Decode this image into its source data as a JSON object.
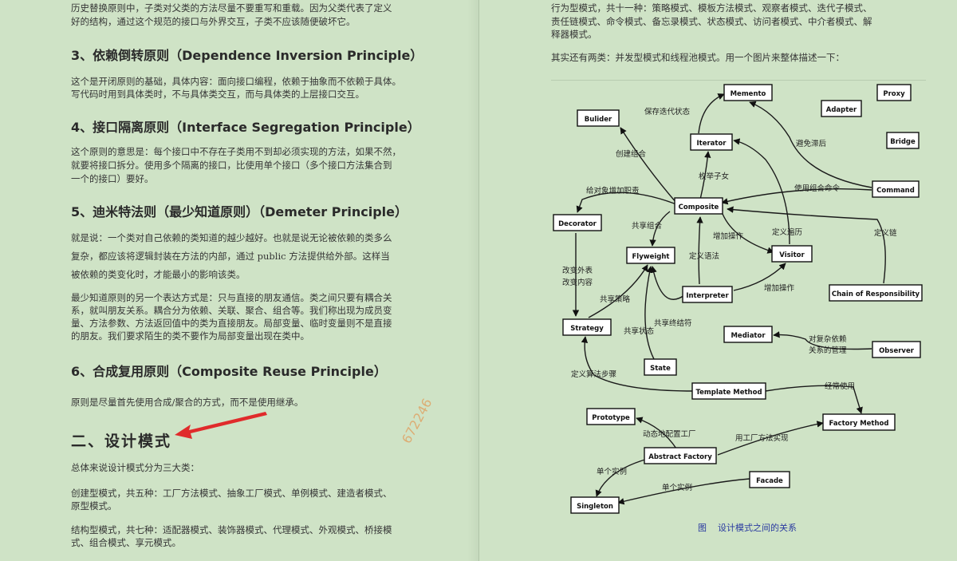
{
  "left": {
    "p_top_1": "历史替换原则中，子类对父类的方法尽量不要重写和重载。因为父类代表了定义",
    "p_top_2": "好的结构，通过这个规范的接口与外界交互，子类不应该随便破坏它。",
    "h3": "3、依赖倒转原则（Dependence Inversion Principle）",
    "p3_1": "这个是开闭原则的基础，具体内容：面向接口编程，依赖于抽象而不依赖于具体。",
    "p3_2": "写代码时用到具体类时，不与具体类交互，而与具体类的上层接口交互。",
    "h4": "4、接口隔离原则（Interface Segregation Principle）",
    "p4_1": "这个原则的意思是：每个接口中不存在子类用不到却必须实现的方法，如果不然，",
    "p4_2": "就要将接口拆分。使用多个隔离的接口，比使用单个接口（多个接口方法集合到",
    "p4_3": "一个的接口）要好。",
    "h5": "5、迪米特法则（最少知道原则）（Demeter Principle）",
    "p5_1": "就是说：一个类对自己依赖的类知道的越少越好。也就是说无论被依赖的类多么",
    "p5_2": "复杂，都应该将逻辑封装在方法的内部，通过 public 方法提供给外部。这样当",
    "p5_3": "被依赖的类变化时，才能最小的影响该类。",
    "p5b_1": "最少知道原则的另一个表达方式是：只与直接的朋友通信。类之间只要有耦合关",
    "p5b_2": "系，就叫朋友关系。耦合分为依赖、关联、聚合、组合等。我们称出现为成员变",
    "p5b_3": "量、方法参数、方法返回值中的类为直接朋友。局部变量、临时变量则不是直接",
    "p5b_4": "的朋友。我们要求陌生的类不要作为局部变量出现在类中。",
    "h6": "6、合成复用原则（Composite Reuse Principle）",
    "p6": "原则是尽量首先使用合成/聚合的方式，而不是使用继承。",
    "h_big": "二、设计模式",
    "p_sum": "总体来说设计模式分为三大类：",
    "p_create_1": "创建型模式，共五种：工厂方法模式、抽象工厂模式、单例模式、建造者模式、",
    "p_create_2": "原型模式。",
    "p_struct_1": "结构型模式，共七种：适配器模式、装饰器模式、代理模式、外观模式、桥接模",
    "p_struct_2": "式、组合模式、享元模式。",
    "watermark": "672246"
  },
  "right": {
    "p_beh_1": "行为型模式，共十一种：策略模式、模板方法模式、观察者模式、迭代子模式、",
    "p_beh_2": "责任链模式、命令模式、备忘录模式、状态模式、访问者模式、中介者模式、解",
    "p_beh_3": "释器模式。",
    "p_other": "其实还有两类：并发型模式和线程池模式。用一个图片来整体描述一下：",
    "caption": "图    设计模式之间的关系"
  },
  "diagram": {
    "nodes": {
      "memento": "Memento",
      "proxy": "Proxy",
      "adapter": "Adapter",
      "bulider": "Bulider",
      "iterator": "Iterator",
      "bridge": "Bridge",
      "command": "Command",
      "composite": "Composite",
      "decorator": "Decorator",
      "flyweight": "Flyweight",
      "visitor": "Visitor",
      "interpreter": "Interpreter",
      "chain": "Chain of Responsibility",
      "strategy": "Strategy",
      "mediator": "Mediator",
      "observer": "Observer",
      "state": "State",
      "template": "Template Method",
      "prototype": "Prototype",
      "factory_method": "Factory Method",
      "abstract_factory": "Abstract Factory",
      "facade": "Facade",
      "singleton": "Singleton"
    },
    "edges": {
      "e_save_iter": "保存迭代状态",
      "e_avoid_lag": "避免滞后",
      "e_create_comb": "创建组合",
      "e_enum_child": "枚举子女",
      "e_add_duty": "给对象增加职责",
      "e_use_comb_cmd": "使用组合命令",
      "e_share_comb": "共享组合",
      "e_add_op1": "增加操作",
      "e_def_traverse": "定义遍历",
      "e_def_chain": "定义链",
      "e_change_skin": "改变外表",
      "e_change_content": "改变内容",
      "e_def_grammar": "定义语法",
      "e_share_strategy": "共享策略",
      "e_add_op2": "增加操作",
      "e_share_terminal": "共享终结符",
      "e_share_state": "共享状态",
      "e_manage_dep_1": "对复杂依赖",
      "e_manage_dep_2": "关系的管理",
      "e_def_algo": "定义算法步骤",
      "e_often_use": "经常使用",
      "e_dyn_factory": "动态地配置工厂",
      "e_impl_factory": "用工厂方法实现",
      "e_single_1": "单个实例",
      "e_single_2": "单个实例"
    }
  }
}
